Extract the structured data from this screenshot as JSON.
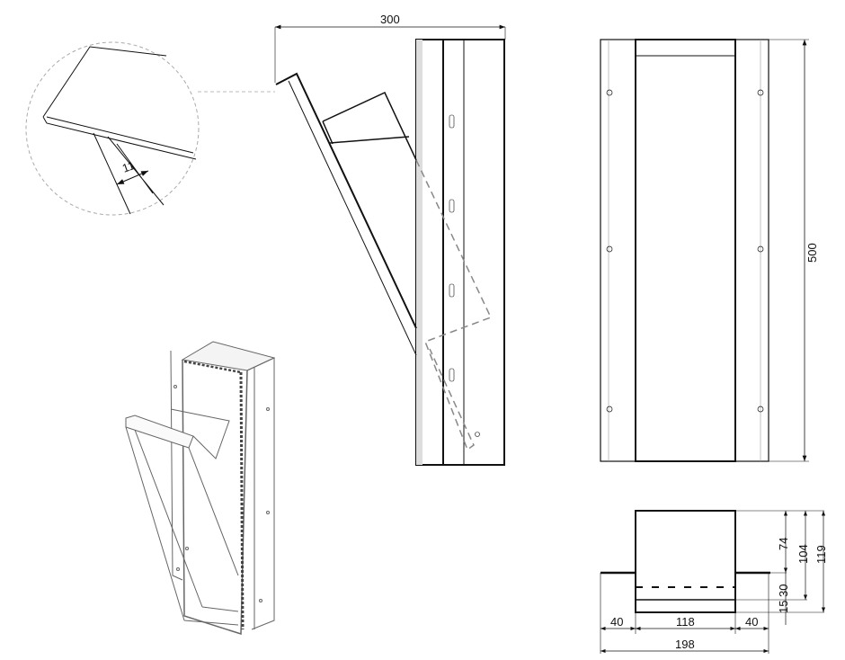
{
  "detail_view": {
    "dimension": "11"
  },
  "side_view": {
    "width_dimension": "300"
  },
  "front_view": {
    "height_dimension": "500"
  },
  "bottom_view": {
    "heights": [
      "74",
      "104",
      "119",
      "30",
      "15"
    ],
    "widths": [
      "40",
      "118",
      "40"
    ],
    "total_width": "198"
  }
}
